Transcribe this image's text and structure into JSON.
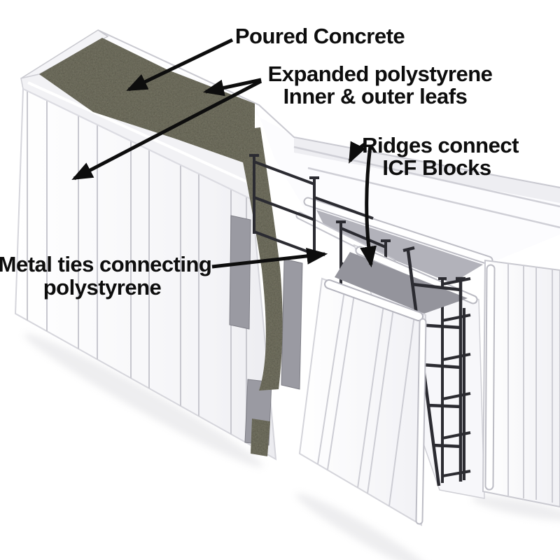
{
  "diagram": {
    "type": "cutaway-illustration",
    "subject": "ICF wall block system",
    "labels": {
      "poured_concrete": "Poured Concrete",
      "expanded_polystyrene_line1": "Expanded polystyrene",
      "expanded_polystyrene_line2": "Inner & outer leafs",
      "ridges_line1": "Ridges connect",
      "ridges_line2": "ICF Blocks",
      "metal_ties_line1": "Metal ties connecting",
      "metal_ties_line2": "polystyrene"
    },
    "colors": {
      "background": "#ffffff",
      "label_text": "#0d0d0d",
      "arrow": "#0d0d0d",
      "concrete": "#6b6a5b",
      "tie_metal": "#2b2b31",
      "web_gray": "#9a9aa2",
      "panel_white": "#ffffff",
      "panel_shade": "#e9e9ee"
    }
  }
}
